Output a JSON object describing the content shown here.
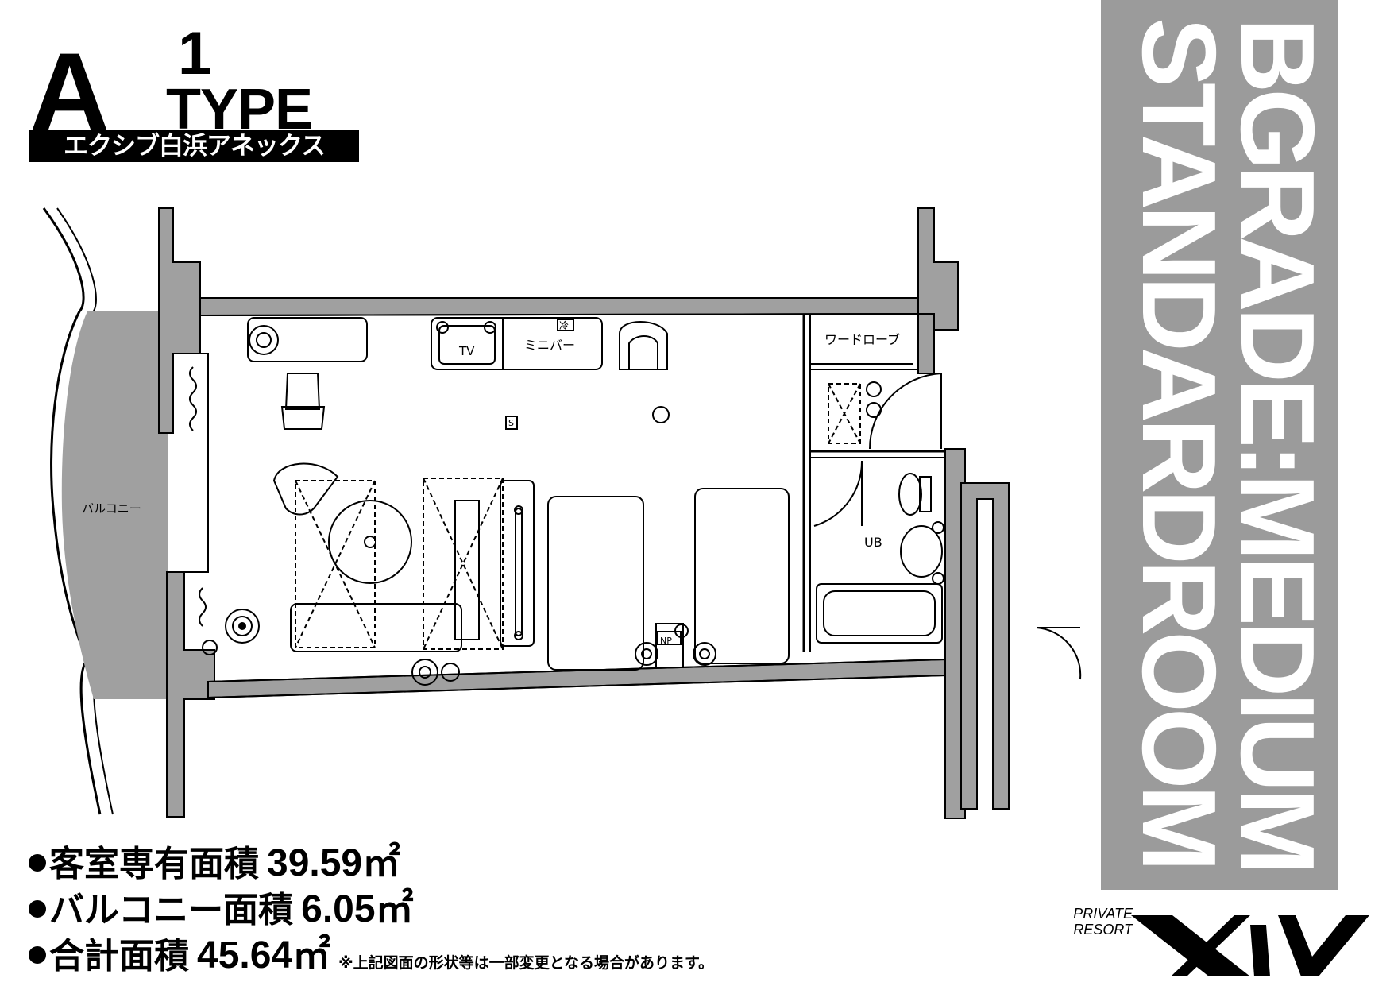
{
  "header": {
    "type_letter": "A",
    "type_number": "1",
    "type_word": "TYPE",
    "hotel_name": "エクシブ白浜アネックス"
  },
  "grade": {
    "line1": "BGRADE:MEDIUM",
    "line2": "STANDARDROOM"
  },
  "floorplan": {
    "labels": {
      "balcony": "バルコニー",
      "wardrobe": "ワードローブ",
      "tv": "TV",
      "minibar": "ミニバー",
      "fridge": "冷",
      "unit_bath": "UB",
      "np": "NP",
      "switch": "S"
    }
  },
  "areas": {
    "room_label": "客室専有面積",
    "room_value": "39.59㎡",
    "balcony_label": "バルコニー面積",
    "balcony_value": "6.05㎡",
    "total_label": "合計面積",
    "total_value": "45.64㎡",
    "note": "※上記図面の形状等は一部変更となる場合があります。"
  },
  "logo": {
    "line1": "PRIVATE",
    "line2": "RESORT",
    "mark": "XIV"
  },
  "colors": {
    "wall": "#a0a0a0",
    "band": "#9b9b9b",
    "ink": "#000000"
  }
}
